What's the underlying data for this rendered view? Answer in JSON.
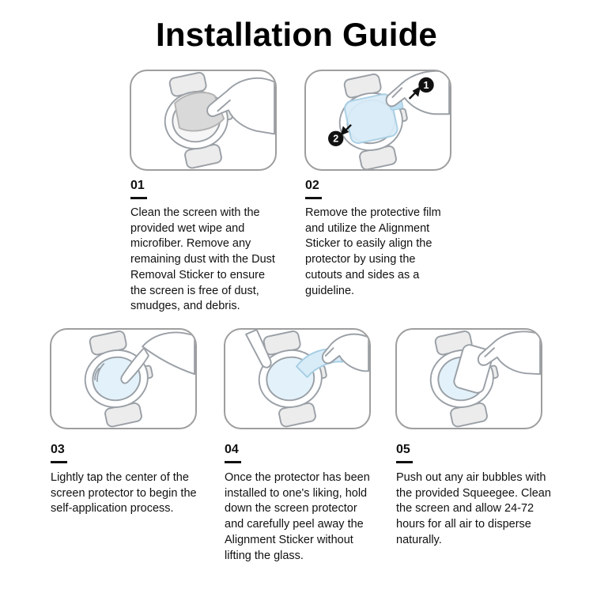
{
  "page": {
    "title": "Installation Guide"
  },
  "colors": {
    "text": "#111111",
    "panel_border": "#9e9e9e",
    "line_art": "#9aa0a6",
    "band_gray": "#ececec",
    "wipe_gray": "#d9d9d9",
    "film_blue": "#d8ecf8",
    "film_blue_stroke": "#a6cee4",
    "badge_bg": "#111111"
  },
  "steps": [
    {
      "number": "01",
      "text": "Clean the screen with the provided wet wipe and microfiber. Remove any remaining dust with the Dust Removal Sticker to ensure the screen is free of dust, smudges, and debris."
    },
    {
      "number": "02",
      "text": "Remove the protective film and utilize the Alignment Sticker to easily align the protector by using the cutouts and sides as a guideline."
    },
    {
      "number": "03",
      "text": "Lightly tap the center of the screen protector to begin the self-application process."
    },
    {
      "number": "04",
      "text": "Once the protector has been installed to one's liking, hold down the screen protector and carefully peel away the Alignment Sticker without lifting the glass."
    },
    {
      "number": "05",
      "text": "Push out any air bubbles with the provided Squeegee. Clean the screen and allow 24-72 hours for all air to disperse naturally."
    }
  ],
  "step2_badges": {
    "first": "1",
    "second": "2"
  }
}
